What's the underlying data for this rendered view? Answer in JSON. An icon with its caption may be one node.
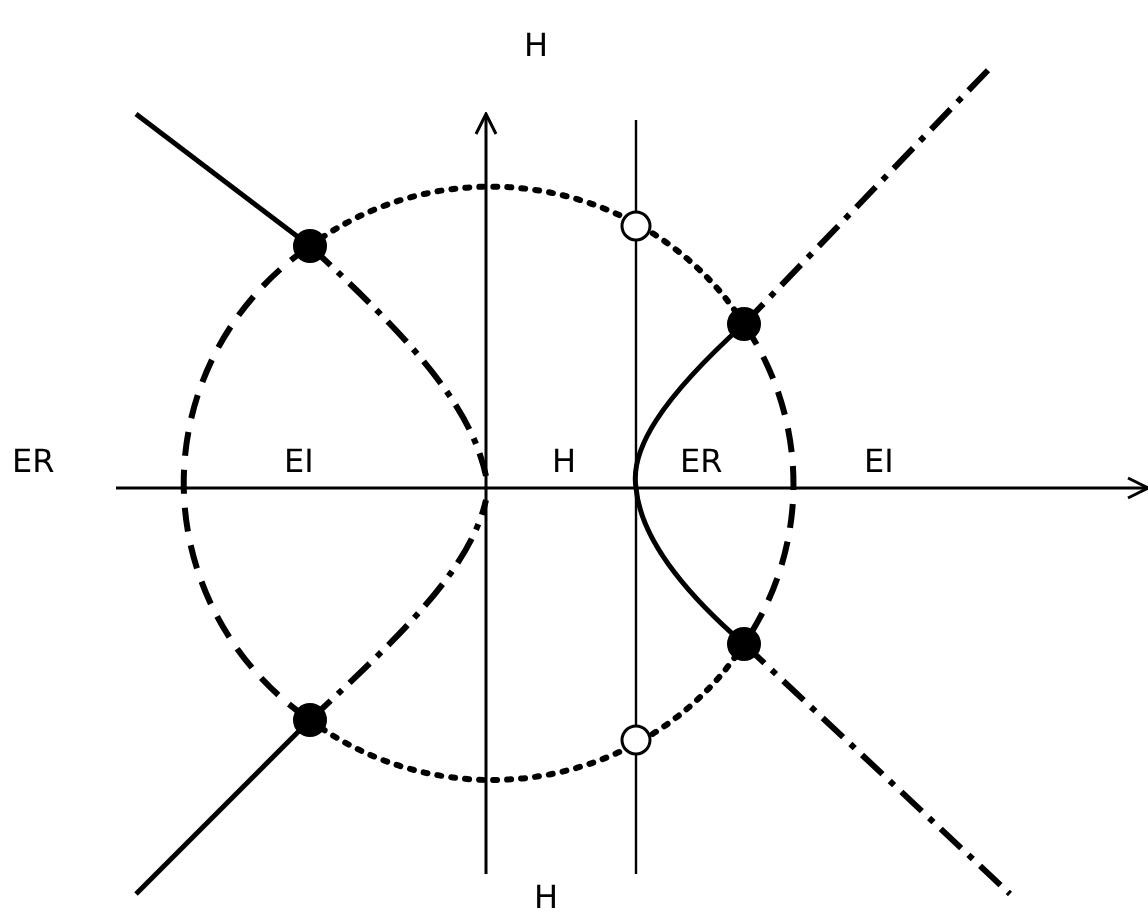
{
  "diagram": {
    "labels": [
      "H",
      "ER",
      "EI",
      "H",
      "ER",
      "EI",
      "H"
    ]
  }
}
